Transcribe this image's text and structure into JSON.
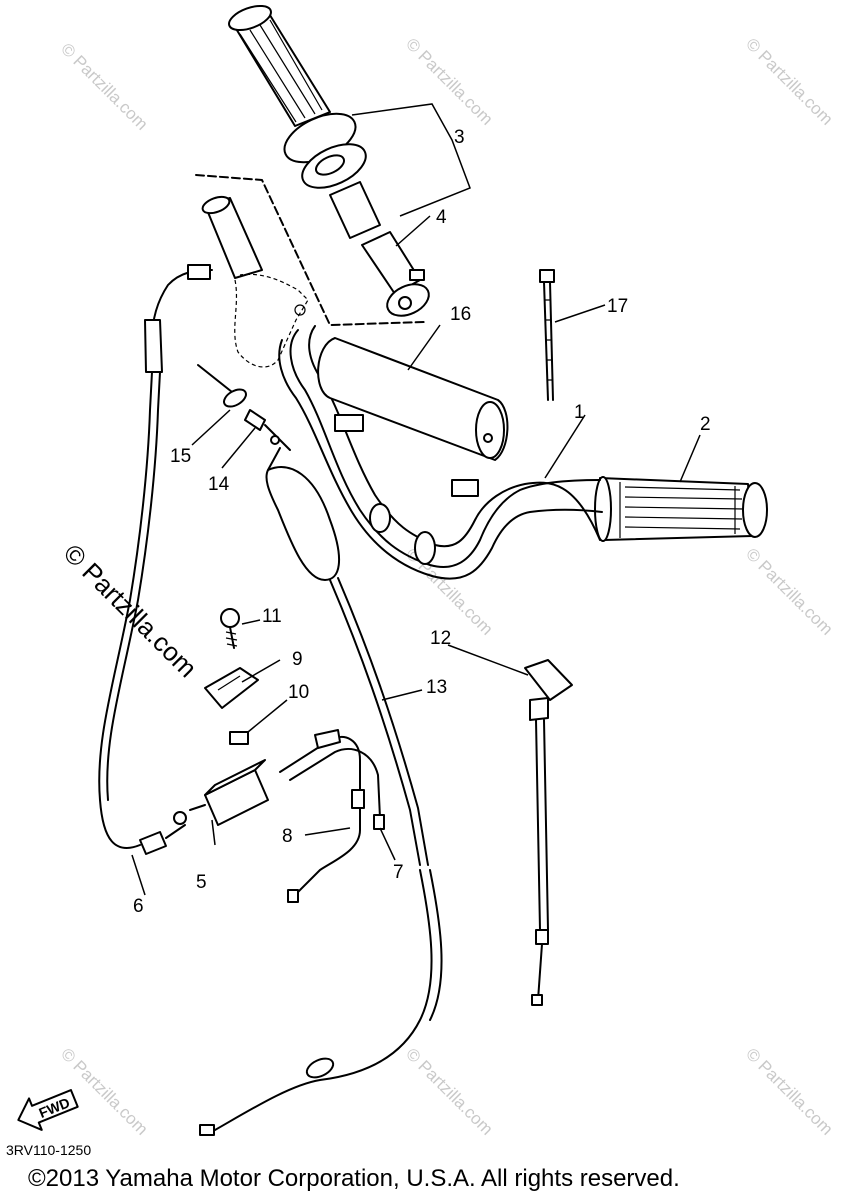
{
  "diagram": {
    "part_code": "3RV110-1250",
    "copyright": "©2013  Yamaha Motor Corporation, U.S.A. All rights reserved.",
    "fwd_label": "FWD",
    "watermark": "© Partzilla.com",
    "callouts": {
      "c1": "1",
      "c2": "2",
      "c3": "3",
      "c4": "4",
      "c5": "5",
      "c6": "6",
      "c7": "7",
      "c8": "8",
      "c9": "9",
      "c10": "10",
      "c11": "11",
      "c12": "12",
      "c13": "13",
      "c14": "14",
      "c15": "15",
      "c16": "16",
      "c17": "17"
    }
  }
}
